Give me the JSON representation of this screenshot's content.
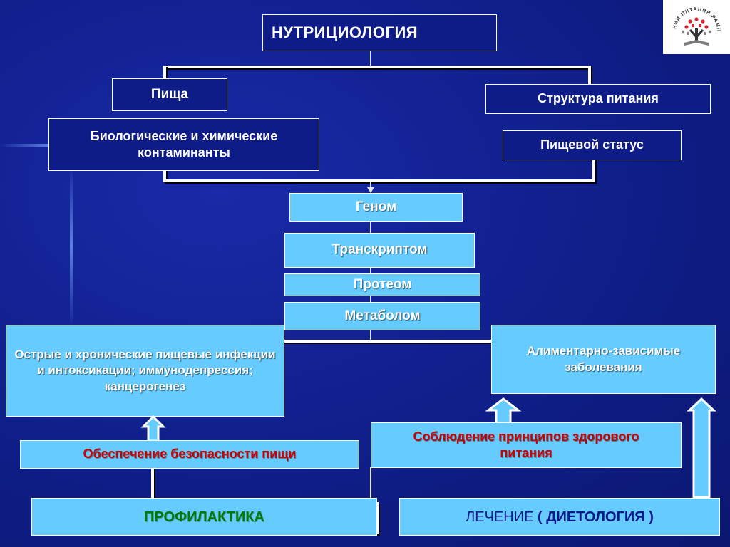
{
  "title": "НУТРИЦИОЛОГИЯ",
  "food": "Пища",
  "contaminants": "Биологические и химические контаминанты",
  "nutrition_structure": "Структура питания",
  "nutrition_status": "Пищевой статус",
  "omics": {
    "genome": "Геном",
    "transcriptome": "Транскриптом",
    "proteome": "Протеом",
    "metabolome": "Метаболом"
  },
  "infections": "Острые и хронические пищевые инфекции и интоксикации; иммунодепрессия; канцерогенез",
  "alimentary": "Алиментарно-зависимые заболевания",
  "food_safety": "Обеспечение безопасности пищи",
  "healthy_principles": "Соблюдение принципов здорового питания",
  "prevention": "ПРОФИЛАКТИКА",
  "treatment": {
    "word": "ЛЕЧЕНИЕ",
    "paren": "( ДИЕТОЛОГИЯ )"
  },
  "logo": {
    "text": "НИИ ПИТАНИЯ РАМН",
    "colors": {
      "red": "#d8232a",
      "gray": "#7a7a7a",
      "dark": "#333333"
    }
  },
  "colors": {
    "background": "#10208e",
    "box_dark": "#0e1c88",
    "box_cyan": "#66ccff",
    "accent_red": "#cc0000",
    "accent_green": "#007a00",
    "accent_navy": "#0a1a8c"
  }
}
